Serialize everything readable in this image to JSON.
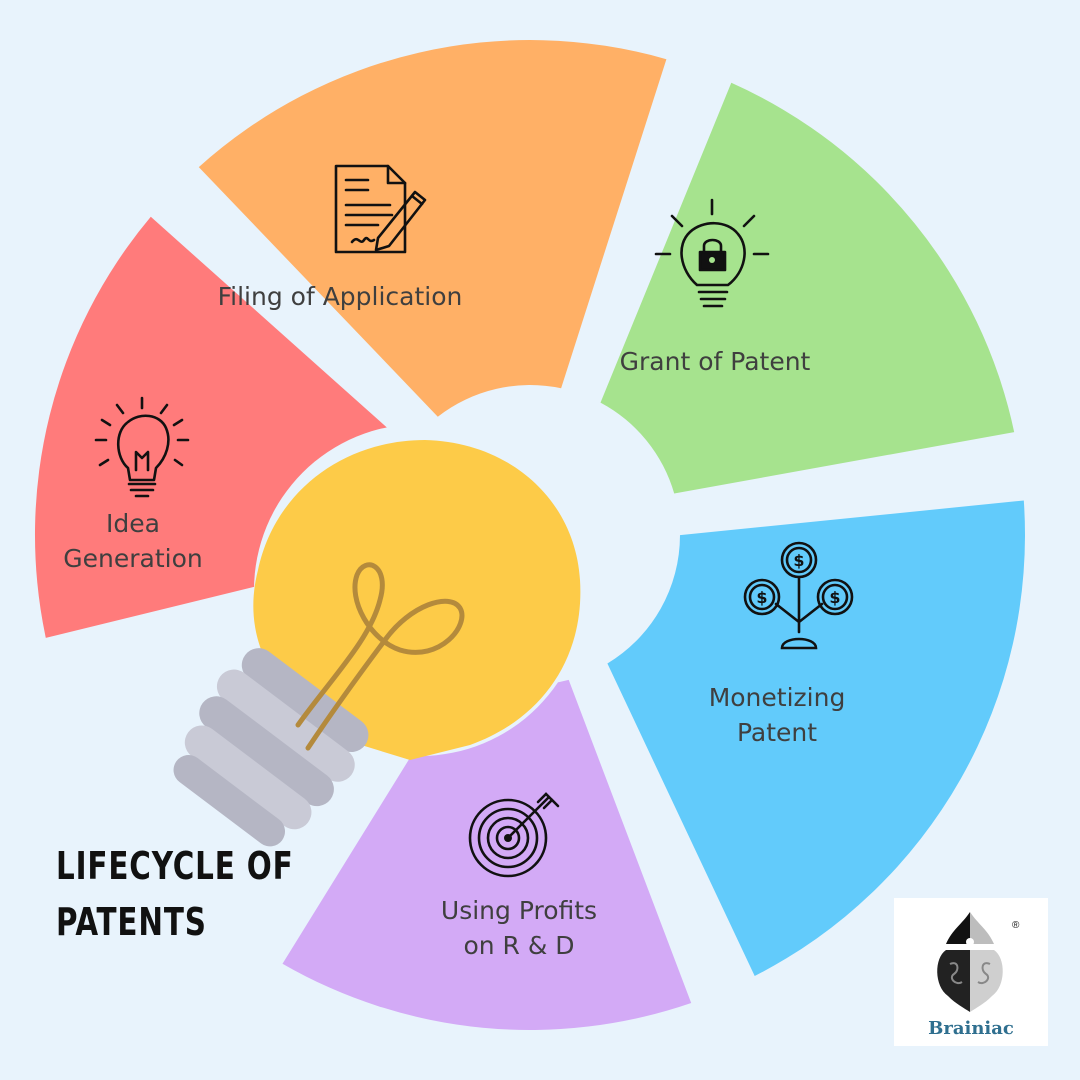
{
  "title_lines": [
    "LIFECYCLE OF",
    "PATENTS"
  ],
  "segments": [
    {
      "label": "Idea\nGeneration",
      "color": "#ff7b7b",
      "icon": "lightbulb-icon"
    },
    {
      "label": "Filing of Application",
      "color": "#ffb066",
      "icon": "document-pen-icon"
    },
    {
      "label": "Grant of Patent",
      "color": "#a6e38e",
      "icon": "lock-bulb-icon"
    },
    {
      "label": "Monetizing\nPatent",
      "color": "#62cbfb",
      "icon": "money-tree-icon"
    },
    {
      "label": "Using Profits\non R & D",
      "color": "#d3aaf6",
      "icon": "target-arrow-icon"
    }
  ],
  "center_icon": "light-bulb-icon",
  "bulb_color": "#fdcb48",
  "logo": {
    "name": "Brainiac",
    "mark": "®"
  }
}
